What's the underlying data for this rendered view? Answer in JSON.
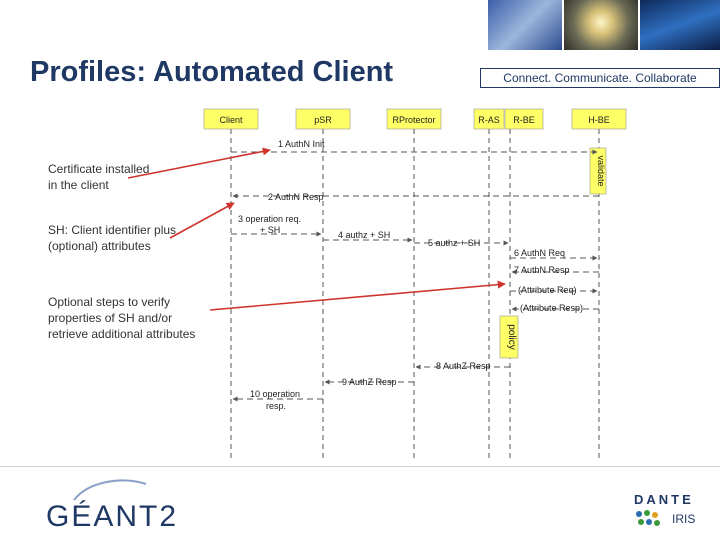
{
  "header": {
    "title": "Profiles: Automated Client",
    "tagline": "Connect. Communicate. Collaborate"
  },
  "notes": {
    "cert_line1": "Certificate installed",
    "cert_line2": "in the client",
    "sh_line1": "SH: Client identifier plus",
    "sh_line2": "(optional) attributes",
    "opt_line1": "Optional steps to verify",
    "opt_line2": "properties of SH and/or",
    "opt_line3": "retrieve additional attributes"
  },
  "diagram": {
    "lanes": [
      "Client",
      "pSR",
      "RProtector",
      "R-AS",
      "R-BE",
      "H-BE"
    ],
    "validate_label": "validate",
    "policy_label": "policy",
    "messages": [
      "1 AuthN Init",
      "2 AuthN Resp",
      "3 operation req.",
      "+ SH",
      "4 authz + SH",
      "5 authz + SH",
      "6 AuthN Req",
      "7 AuthN Resp",
      "(Attribute Req)",
      "(Attribute Resp)",
      "8 AuthZ Resp",
      "9 AuthZ Resp",
      "10 operation",
      "resp."
    ]
  },
  "footer": {
    "geant_logo": "GÉANT2",
    "dante_logo": "DANTE",
    "iris_logo": "IRIS"
  },
  "colors": {
    "title": "#1f3864",
    "lane_fill": "#ffff66",
    "arrow_red": "#d0342c",
    "lane_line": "#555555"
  }
}
